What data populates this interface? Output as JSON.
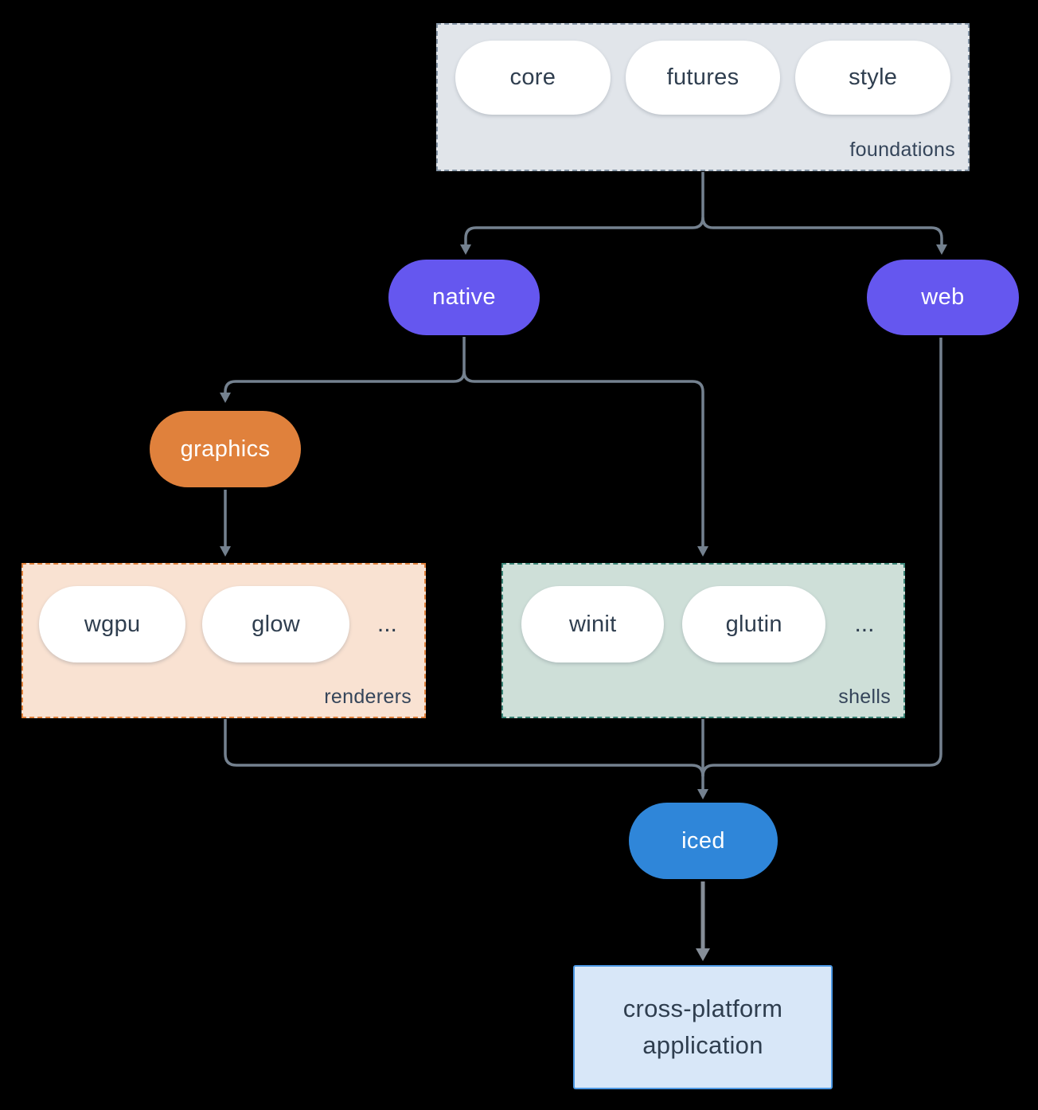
{
  "diagram": {
    "foundations": {
      "label": "foundations",
      "items": [
        "core",
        "futures",
        "style"
      ]
    },
    "native": {
      "label": "native"
    },
    "web": {
      "label": "web"
    },
    "graphics": {
      "label": "graphics"
    },
    "renderers": {
      "label": "renderers",
      "items": [
        "wgpu",
        "glow"
      ],
      "ellipsis": "..."
    },
    "shells": {
      "label": "shells",
      "items": [
        "winit",
        "glutin"
      ],
      "ellipsis": "..."
    },
    "iced": {
      "label": "iced"
    },
    "application": {
      "label": "cross-platform application"
    }
  },
  "colors": {
    "background": "#000000",
    "connector_line": "#74818f",
    "final_arrow": "#868e98",
    "text_dark": "#2f3e4f",
    "node_purple": "#6557ef",
    "node_orange": "#e0813c",
    "renderers_fill": "#f9e2d2",
    "renderers_border": "#e0813c",
    "shells_fill": "#cedfd8",
    "shells_border": "#3c8577",
    "iced_blue": "#2f86d9",
    "application_fill": "#d8e7f8",
    "application_border": "#4b97e3",
    "foundations_fill": "#e1e5ea",
    "foundations_border": "#8494a5",
    "pill_white": "#ffffff"
  }
}
